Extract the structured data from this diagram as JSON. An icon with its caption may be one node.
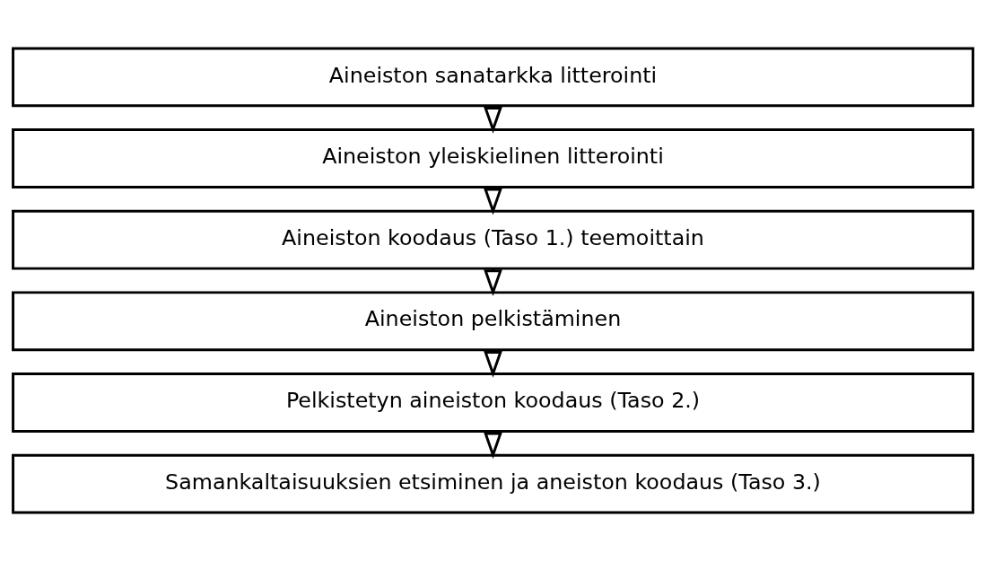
{
  "diagram": {
    "nodes": [
      {
        "text": [
          "Aineiston sanatarkka litterointi"
        ]
      },
      {
        "text": [
          "Aineiston yleiskielinen litterointi"
        ]
      },
      {
        "text": [
          "Aineiston koodaus (Taso 1.) teemoittain"
        ]
      },
      {
        "text": [
          "Aineiston pelkistäminen"
        ]
      },
      {
        "text": [
          "Pelkistetyn aineiston koodaus (Taso 2.)"
        ]
      },
      {
        "text": [
          "Samankaltaisuuksien etsiminen ja aneiston koodaus (Taso 3.)"
        ]
      }
    ],
    "edges": [
      {
        "from": 0,
        "to": 1,
        "arrow": "to"
      },
      {
        "from": 1,
        "to": 2,
        "arrow": "to"
      },
      {
        "from": 2,
        "to": 3,
        "arrow": "to"
      },
      {
        "from": 3,
        "to": 4,
        "arrow": "to"
      },
      {
        "from": 4,
        "to": 5,
        "arrow": "to"
      }
    ]
  }
}
